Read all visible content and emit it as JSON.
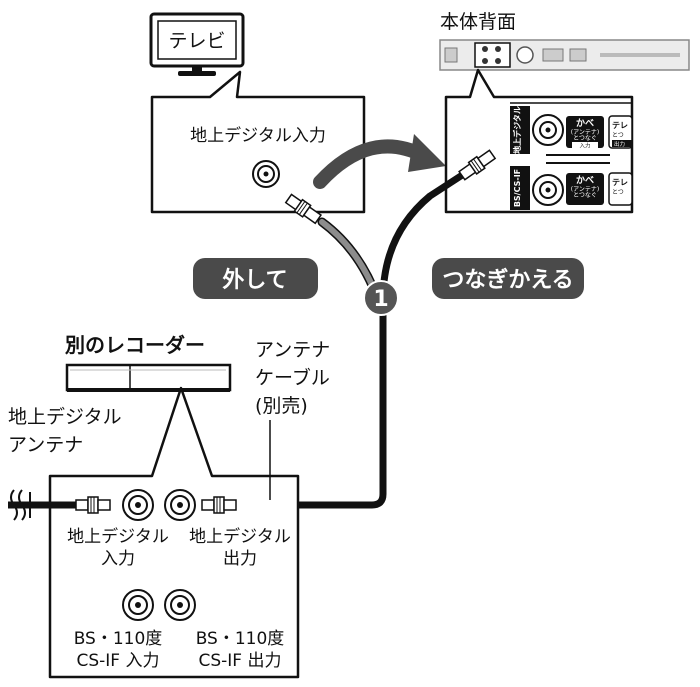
{
  "tv": {
    "label": "テレビ",
    "input_label": "地上デジタル入力"
  },
  "unit": {
    "rear_label": "本体背面",
    "panel_vertical_top": "地上デジタル",
    "panel_vertical_bottom": "BS/CS-IF",
    "panel_kabe": "かべ",
    "panel_antenna_connect_1": "(アンテナ)",
    "panel_antenna_connect_2": "とつなぐ",
    "panel_input": "入力",
    "panel_tv": "テレ",
    "panel_to": "とつ",
    "panel_out": "出力"
  },
  "actions": {
    "remove": "外して",
    "reconnect": "つなぎかえる",
    "step_number": "1"
  },
  "other_recorder": {
    "title": "別のレコーダー",
    "terrestrial_in_1": "地上デジタル",
    "terrestrial_in_2": "入力",
    "terrestrial_out_1": "地上デジタル",
    "terrestrial_out_2": "出力",
    "bs_in_1": "BS・110度",
    "bs_in_2": "CS-IF 入力",
    "bs_out_1": "BS・110度",
    "bs_out_2": "CS-IF 出力"
  },
  "antenna": {
    "line1": "地上デジタル",
    "line2": "アンテナ"
  },
  "cable": {
    "line1": "アンテナ",
    "line2": "ケーブル",
    "line3": "(別売)"
  },
  "colors": {
    "ink": "#111111",
    "pill": "#4a4a4a",
    "step_circle": "#555555",
    "gray_cable": "#8c8c8c",
    "light_gray": "#d9d9d9"
  }
}
